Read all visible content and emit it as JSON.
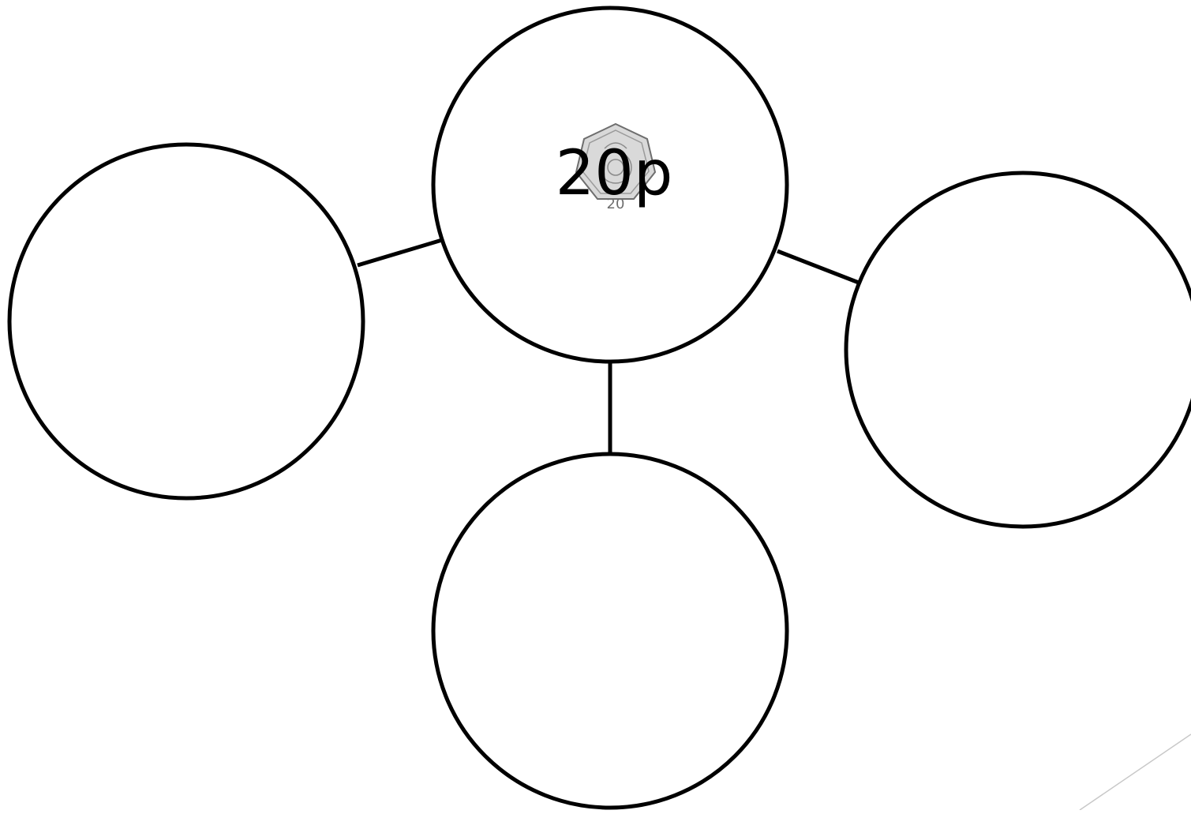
{
  "diagram": {
    "type": "part-whole model",
    "whole_value": "20p",
    "coin_icon": "twenty-pence-coin-icon",
    "coin_inscription": "20",
    "parts": [
      "",
      "",
      ""
    ]
  },
  "colors": {
    "background": "#ffffff",
    "stroke": "#000000",
    "coin_fill": "#d9d9d9",
    "coin_stroke": "#6e6e6e",
    "corner_line": "#c8c8c8"
  }
}
